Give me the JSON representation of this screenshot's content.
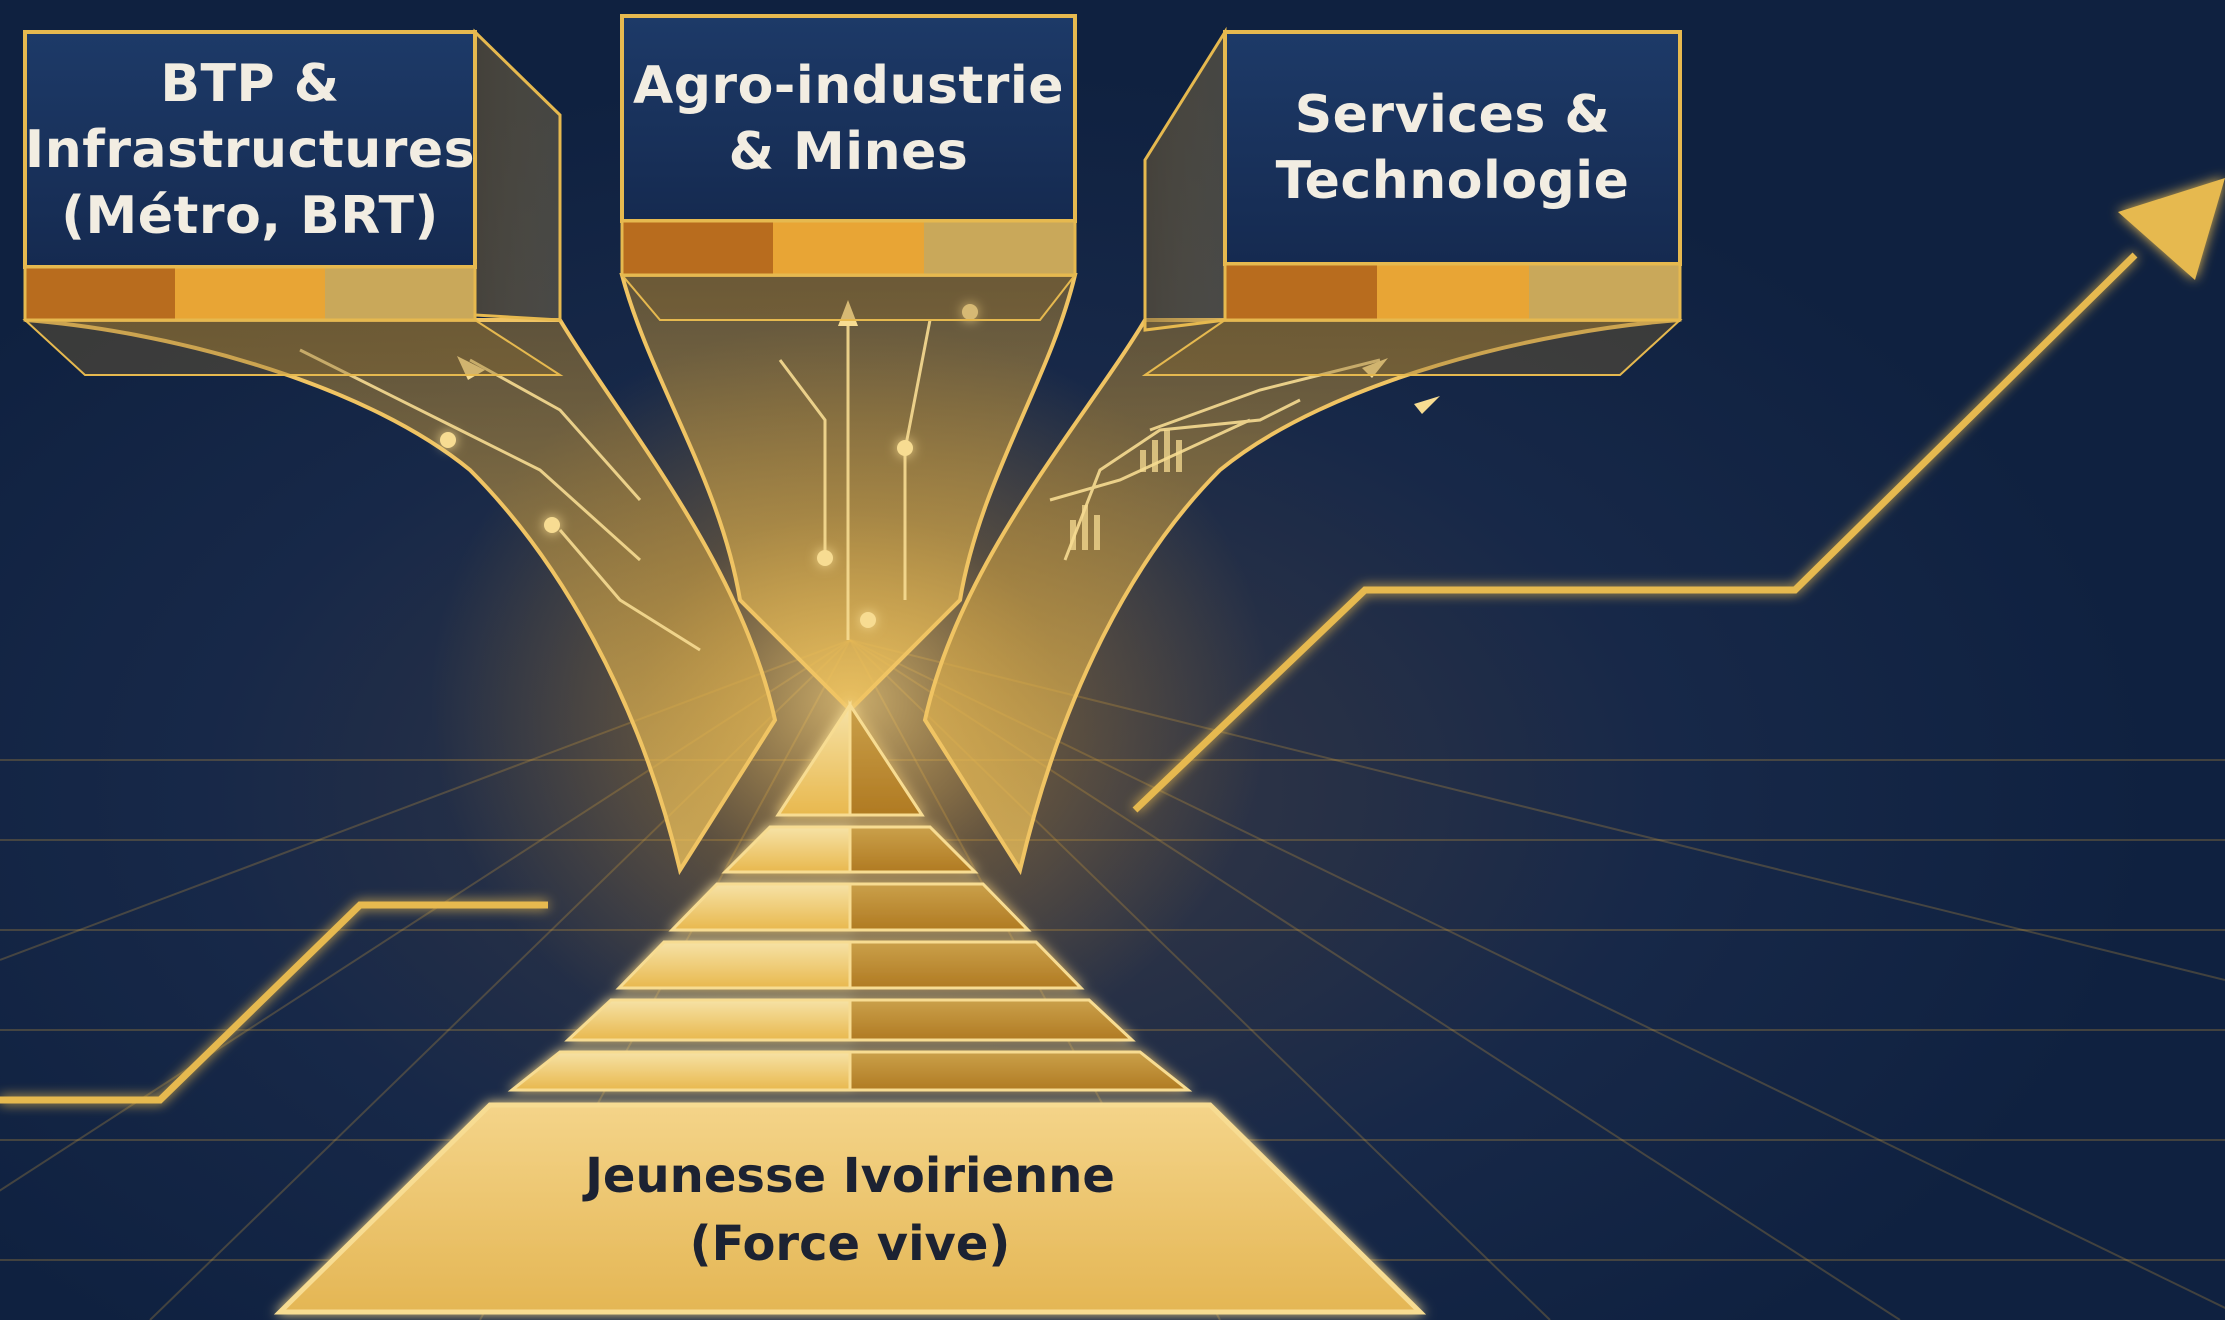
{
  "sectors": [
    {
      "name": "btp",
      "label": "BTP &\nInfrastructures\n(Métro, BRT)"
    },
    {
      "name": "agro",
      "label": "Agro-industrie\n& Mines"
    },
    {
      "name": "services",
      "label": "Services &\nTechnologie"
    }
  ],
  "base": {
    "label": "Jeunesse Ivoirienne\n(Force vive)"
  },
  "colors": {
    "background": "#0f2140",
    "gold": "#e6b94f",
    "gold_light": "#f6dc97",
    "box": "#19305a",
    "segment_copper": "#b86c1e",
    "segment_orange": "#e8a535",
    "segment_sand": "#c9a85a"
  }
}
